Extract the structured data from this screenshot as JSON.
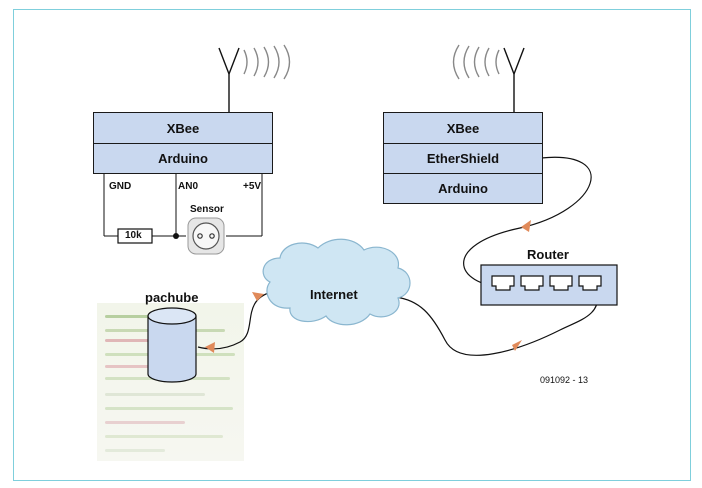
{
  "left_node": {
    "xbee": "XBee",
    "arduino": "Arduino",
    "pins": {
      "gnd": "GND",
      "an0": "AN0",
      "v5": "+5V"
    },
    "sensor": "Sensor",
    "resistor": "10k"
  },
  "right_node": {
    "xbee": "XBee",
    "ethershield": "EtherShield",
    "arduino": "Arduino"
  },
  "router": "Router",
  "internet": "Internet",
  "pachube": "pachube",
  "figure_code": "091092 - 13",
  "colors": {
    "block_fill": "#c9d8ef",
    "cloud_fill": "#cfe6f3",
    "frame_border": "#7fcfdc",
    "link_arrow": "#e08a5a"
  }
}
